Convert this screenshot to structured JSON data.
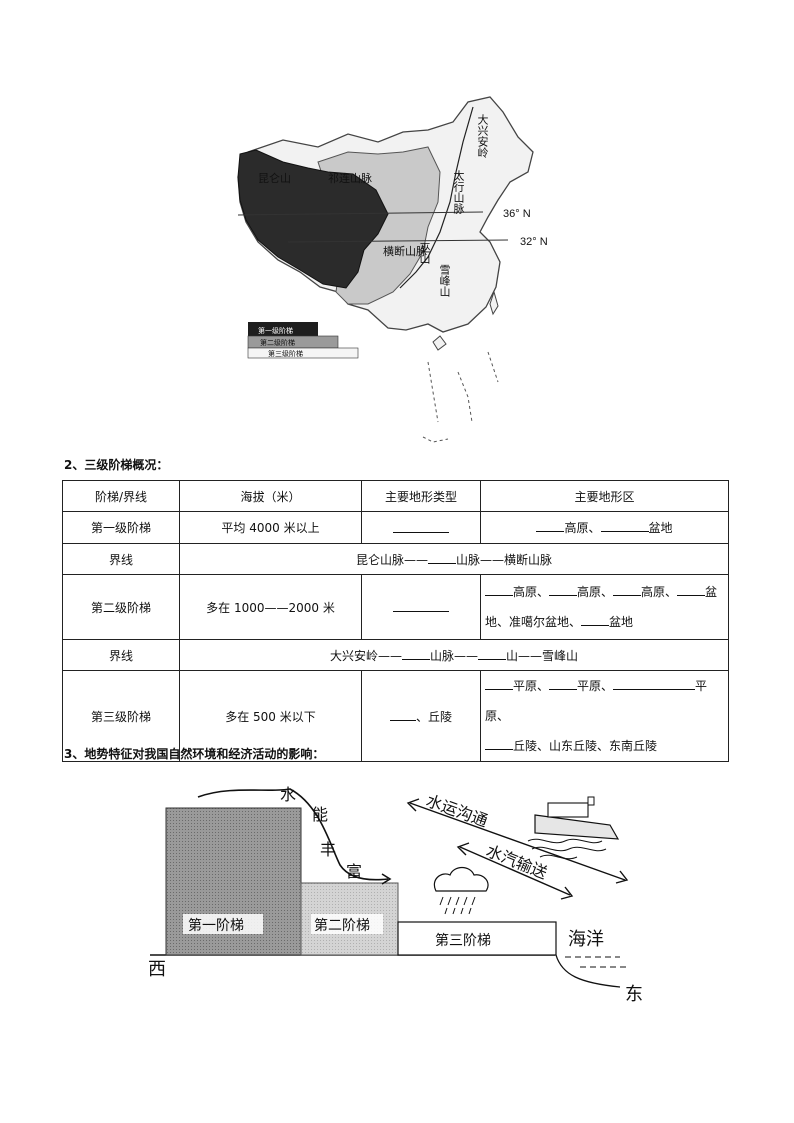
{
  "map": {
    "labels": {
      "kunlun": "昆仑山",
      "qilian": "祁连山脉",
      "daxinganling": "大兴安岭",
      "taihang": "太行山脉",
      "lat36": "36° N",
      "lat32": "32° N",
      "hengduan": "横断山脉",
      "wushan": "巫山",
      "xuefeng": "雪峰山"
    },
    "legend": [
      "第一级阶梯",
      "第二级阶梯",
      "第三级阶梯"
    ]
  },
  "section2": {
    "title": "2、三级阶梯概况：",
    "headers": [
      "阶梯/界线",
      "海拔（米）",
      "主要地形类型",
      "主要地形区"
    ],
    "row1": {
      "name": "第一级阶梯",
      "altitude": "平均 4000 米以上",
      "region_a": "高原、",
      "region_b": "盆地"
    },
    "border1": {
      "name": "界线",
      "text_a": "昆仑山脉——",
      "text_b": "山脉——横断山脉"
    },
    "row2": {
      "name": "第二级阶梯",
      "altitude": "多在 1000——2000 米",
      "r_a": "高原、",
      "r_b": "高原、",
      "r_c": "高原、",
      "r_d": "盆",
      "r_e": "地、准噶尔盆地、",
      "r_f": "盆地"
    },
    "border2": {
      "name": "界线",
      "text_a": "大兴安岭——",
      "text_b": "山脉——",
      "text_c": "山——雪峰山"
    },
    "row3": {
      "name": "第三级阶梯",
      "altitude": "多在 500 米以下",
      "type_suffix": "、丘陵",
      "r_a": "平原、",
      "r_b": "平原、",
      "r_c": "平原、",
      "r_d": "丘陵、山东丘陵、东南丘陵"
    }
  },
  "section3": {
    "title": "3、地势特征对我国自然环境和经济活动的影响：",
    "step1": "第一阶梯",
    "step2": "第二阶梯",
    "step3": "第三阶梯",
    "ocean": "海洋",
    "west": "西",
    "east": "东",
    "hydro": [
      "水",
      "能",
      "丰",
      "富"
    ],
    "water_transport": "水运沟通",
    "vapor_transport": "水汽输送"
  }
}
